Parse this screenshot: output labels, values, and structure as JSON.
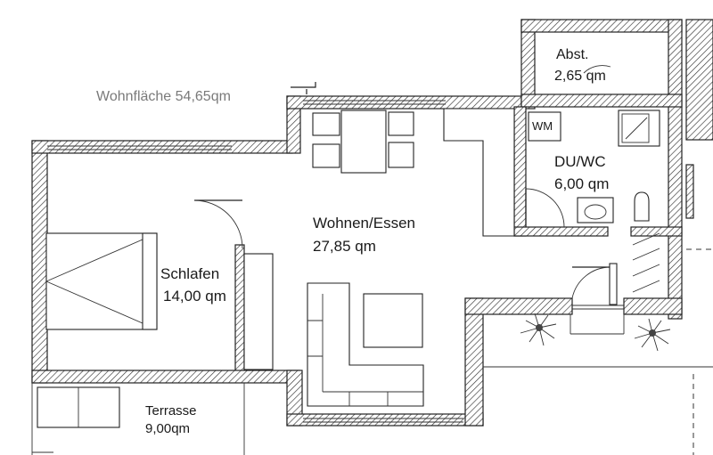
{
  "title": "Wohnfläche 54,65qm",
  "rooms": [
    {
      "name": "Wohnen/Essen",
      "area": "27,85 qm"
    },
    {
      "name": "Schlafen",
      "area": "14,00 qm"
    },
    {
      "name": "DU/WC",
      "area": "6,00 qm"
    },
    {
      "name": "Abst.",
      "area": "2,65 qm"
    },
    {
      "name": "Terrasse",
      "area": "9,00qm"
    }
  ],
  "fixtures": {
    "washing_machine": "WM"
  }
}
